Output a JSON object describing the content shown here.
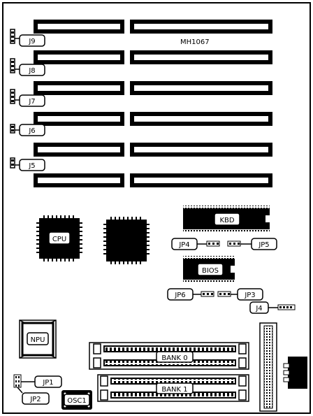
{
  "board": {
    "model": "MH1067",
    "colors": {
      "ink": "#000000",
      "paper": "#ffffff"
    }
  },
  "jumpers": {
    "j9": "J9",
    "j8": "J8",
    "j7": "J7",
    "j6": "J6",
    "j5": "J5",
    "jp4": "JP4",
    "jp5": "JP5",
    "jp6": "JP6",
    "jp3": "JP3",
    "j4": "J4",
    "jp1": "JP1",
    "jp2": "JP2"
  },
  "chips": {
    "cpu": "CPU",
    "kbd": "KBD",
    "bios": "BIOS",
    "npu": "NPU",
    "osc": "OSC1"
  },
  "memory": {
    "bank0": "BANK 0",
    "bank1": "BANK 1"
  }
}
